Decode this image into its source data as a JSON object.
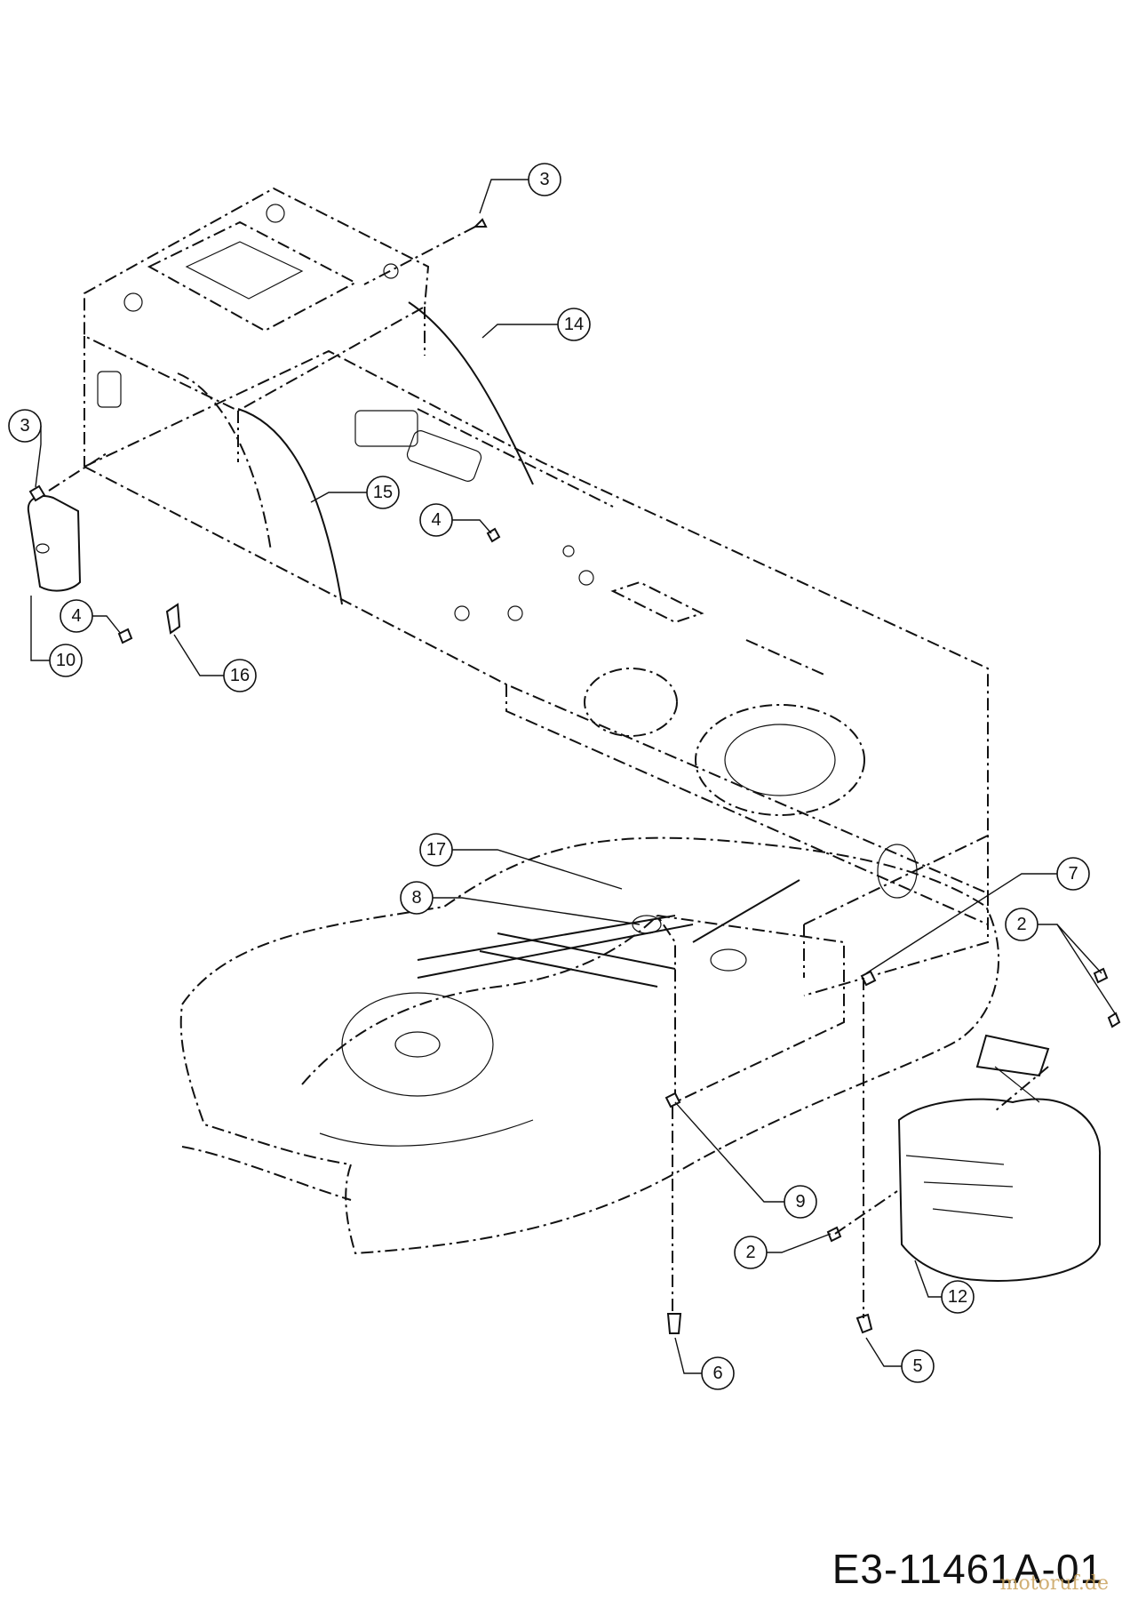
{
  "drawing_number": "E3-11461A-01",
  "watermark": "motoruf.de",
  "callouts": {
    "c3a": "3",
    "c14": "14",
    "c3b": "3",
    "c15": "15",
    "c4a": "4",
    "c4b": "4",
    "c10": "10",
    "c16": "16",
    "c17": "17",
    "c8": "8",
    "c7": "7",
    "c2a": "2",
    "c9": "9",
    "c2b": "2",
    "c12": "12",
    "c6": "6",
    "c5": "5"
  }
}
